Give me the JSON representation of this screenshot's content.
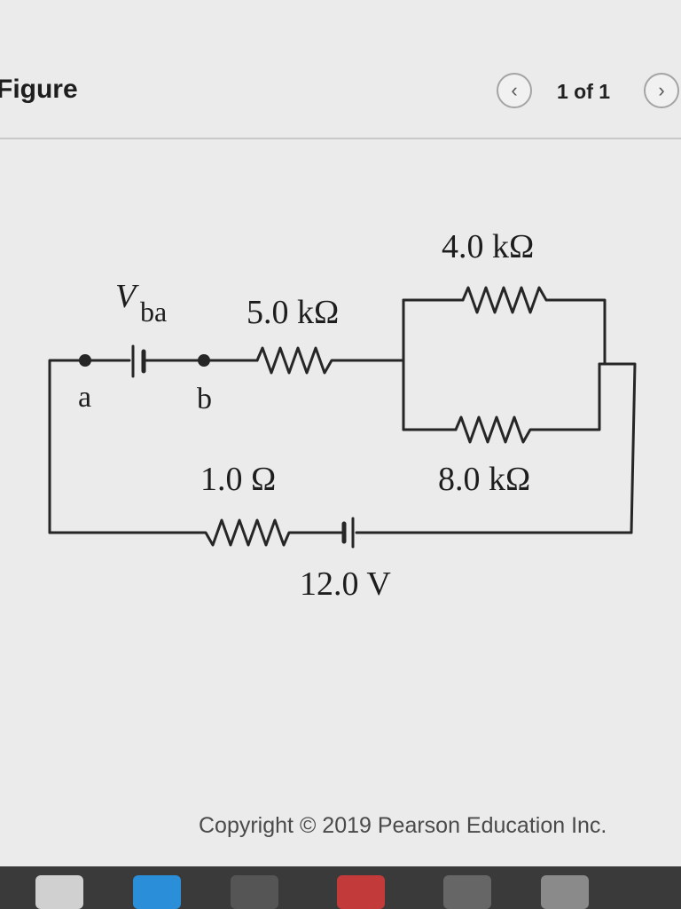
{
  "header": {
    "title": "Figure",
    "pager": "1 of 1",
    "prev_icon": "chevron-left-icon",
    "next_icon": "chevron-right-icon"
  },
  "circuit": {
    "r_top_parallel": "4.0 kΩ",
    "r_series": "5.0 kΩ",
    "r_bottom_parallel": "8.0 kΩ",
    "r_internal": "1.0 Ω",
    "battery": "12.0 V",
    "v_label": "V",
    "v_subscript": "ba",
    "node_a": "a",
    "node_b": "b"
  },
  "footer": {
    "copyright": "Copyright © 2019 Pearson Education Inc."
  }
}
